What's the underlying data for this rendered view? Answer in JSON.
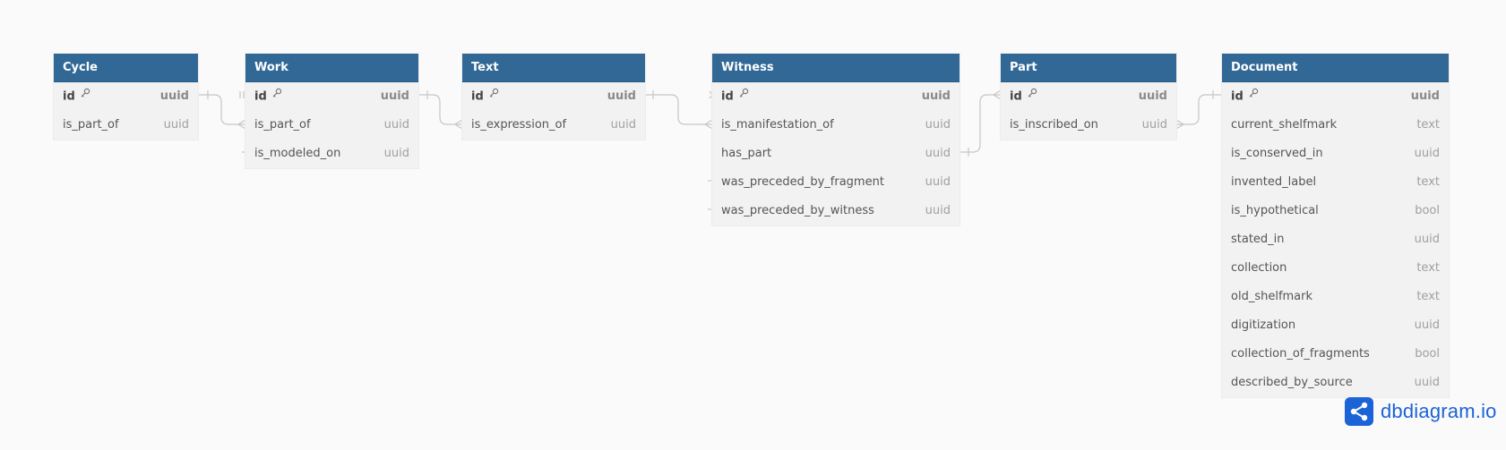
{
  "tables": {
    "cycle": {
      "name": "Cycle",
      "rows": [
        {
          "name": "id",
          "type": "uuid"
        },
        {
          "name": "is_part_of",
          "type": "uuid"
        }
      ]
    },
    "work": {
      "name": "Work",
      "rows": [
        {
          "name": "id",
          "type": "uuid"
        },
        {
          "name": "is_part_of",
          "type": "uuid"
        },
        {
          "name": "is_modeled_on",
          "type": "uuid"
        }
      ]
    },
    "text": {
      "name": "Text",
      "rows": [
        {
          "name": "id",
          "type": "uuid"
        },
        {
          "name": "is_expression_of",
          "type": "uuid"
        }
      ]
    },
    "witness": {
      "name": "Witness",
      "rows": [
        {
          "name": "id",
          "type": "uuid"
        },
        {
          "name": "is_manifestation_of",
          "type": "uuid"
        },
        {
          "name": "has_part",
          "type": "uuid"
        },
        {
          "name": "was_preceded_by_fragment",
          "type": "uuid"
        },
        {
          "name": "was_preceded_by_witness",
          "type": "uuid"
        }
      ]
    },
    "part": {
      "name": "Part",
      "rows": [
        {
          "name": "id",
          "type": "uuid"
        },
        {
          "name": "is_inscribed_on",
          "type": "uuid"
        }
      ]
    },
    "document": {
      "name": "Document",
      "rows": [
        {
          "name": "id",
          "type": "uuid"
        },
        {
          "name": "current_shelfmark",
          "type": "text"
        },
        {
          "name": "is_conserved_in",
          "type": "uuid"
        },
        {
          "name": "invented_label",
          "type": "text"
        },
        {
          "name": "is_hypothetical",
          "type": "bool"
        },
        {
          "name": "stated_in",
          "type": "uuid"
        },
        {
          "name": "collection",
          "type": "text"
        },
        {
          "name": "old_shelfmark",
          "type": "text"
        },
        {
          "name": "digitization",
          "type": "uuid"
        },
        {
          "name": "collection_of_fragments",
          "type": "bool"
        },
        {
          "name": "described_by_source",
          "type": "uuid"
        }
      ]
    }
  },
  "watermark": {
    "text": "dbdiagram.io",
    "color": "#1c63d8"
  },
  "colors": {
    "header": "#316896",
    "row_bg": "#f2f2f2",
    "connector": "#c4c4c4"
  }
}
